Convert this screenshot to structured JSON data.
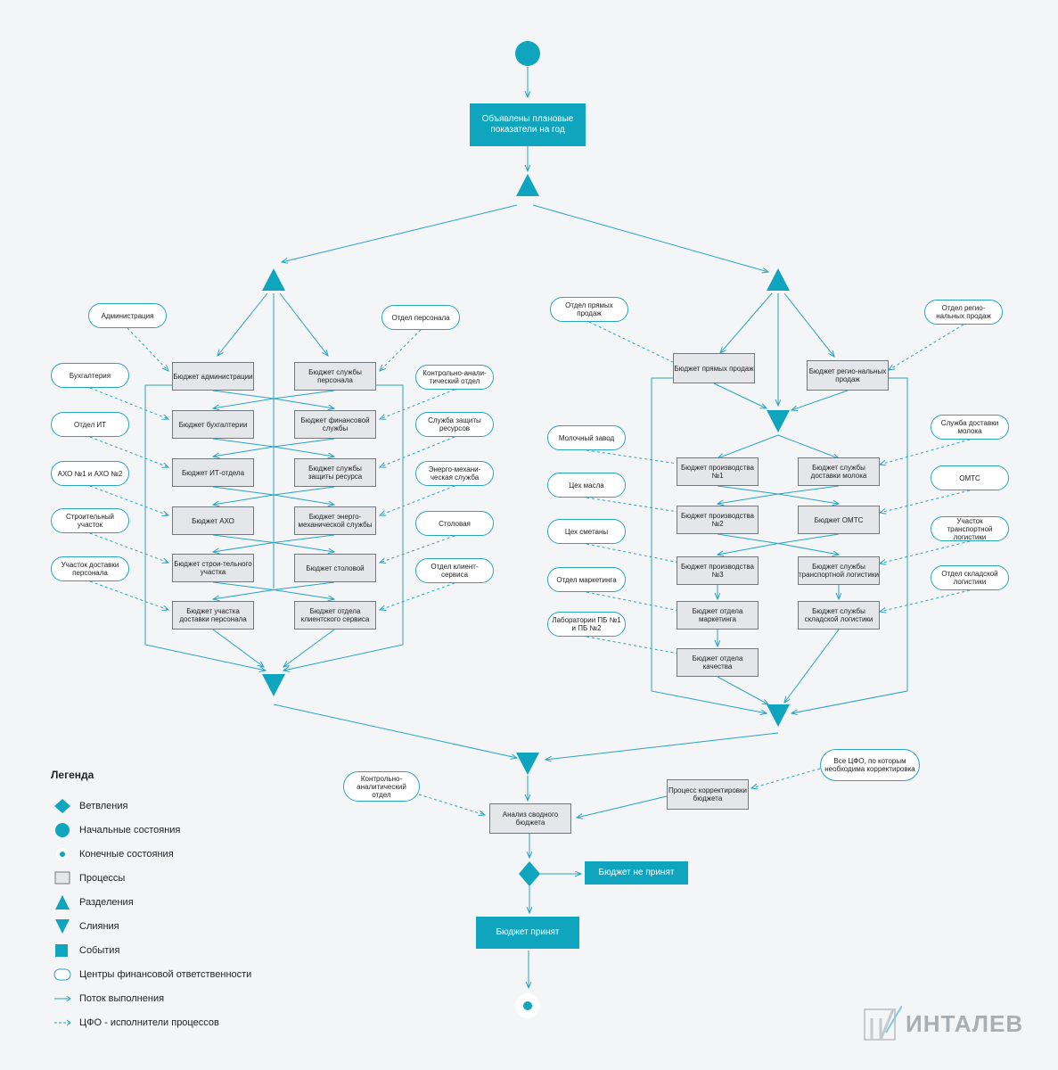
{
  "top_event": "Объявлены плановые показатели на год",
  "left_processes": [
    "Бюджет администрации",
    "Бюджет службы персонала",
    "Бюджет бухгалтерии",
    "Бюджет финансовой службы",
    "Бюджет ИТ-отдела",
    "Бюджет службы защиты ресурса",
    "Бюджет АХО",
    "Бюджет энерго-механической службы",
    "Бюджет строи-тельного участка",
    "Бюджет столовой",
    "Бюджет участка доставки персонала",
    "Бюджет отдела клиентского сервиса"
  ],
  "left_cfo": [
    "Администрация",
    "Отдел персонала",
    "Бухгалтерия",
    "Контрольно-анали-тический отдел",
    "Отдел ИТ",
    "Служба защиты ресурсов",
    "АХО №1 и АХО №2",
    "Энерго-механи-ческая служба",
    "Строительный участок",
    "Столовая",
    "Участок доставки персонала",
    "Отдел клиент-сервиса"
  ],
  "right_processes": [
    "Бюджет прямых продаж",
    "Бюджет регио-нальных продаж",
    "Бюджет производства №1",
    "Бюджет службы доставки молока",
    "Бюджет производства №2",
    "Бюджет ОМТС",
    "Бюджет производства №3",
    "Бюджет службы транспортной логистики",
    "Бюджет отдела маркетинга",
    "Бюджет службы складской логистики",
    "Бюджет отдела качества"
  ],
  "right_cfo": [
    "Отдел прямых продаж",
    "Отдел регио-нальных продаж",
    "Молочный завод",
    "Служба доставки молока",
    "Цех масла",
    "ОМТС",
    "Цех сметаны",
    "Участок транспортной логистики",
    "Отдел маркетинга",
    "Отдел складской логистики",
    "Лаборатории ПБ №1 и ПБ №2"
  ],
  "bottom": {
    "analysis": "Анализ сводного бюджета",
    "correction": "Процесс корректировки бюджета",
    "cfo_control": "Контрольно-аналитический отдел",
    "cfo_all": "Все ЦФО, по которым необходима корректировка",
    "rejected": "Бюджет не принят",
    "accepted": "Бюджет принят"
  },
  "legend": {
    "title": "Легенда",
    "items": [
      {
        "icon": "diamond-icon",
        "label": "Ветвления"
      },
      {
        "icon": "circle-icon",
        "label": "Начальные состояния"
      },
      {
        "icon": "end-state-icon",
        "label": "Конечные состояния"
      },
      {
        "icon": "process-box-icon",
        "label": "Процессы"
      },
      {
        "icon": "triangle-up-icon",
        "label": "Разделения"
      },
      {
        "icon": "triangle-down-icon",
        "label": "Слияния"
      },
      {
        "icon": "square-icon",
        "label": "События"
      },
      {
        "icon": "oval-icon",
        "label": "Центры финансовой ответственности"
      },
      {
        "icon": "arrow-icon",
        "label": "Поток выполнения"
      },
      {
        "icon": "dashed-arrow-icon",
        "label": "ЦФО - исполнители процессов"
      }
    ]
  },
  "logo_text": "ИНТАЛЕВ",
  "colors": {
    "accent": "#0fa5bf",
    "process_fill": "#e4e6e9",
    "background": "#f4f5f7"
  }
}
